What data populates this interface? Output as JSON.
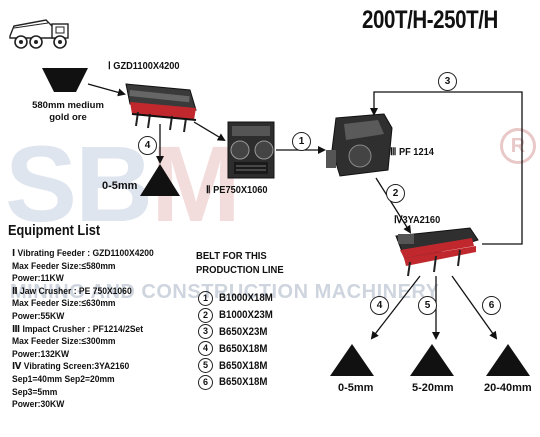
{
  "title": "200T/H-250T/H",
  "watermark": {
    "logo_left": "SB",
    "logo_mid": "M",
    "logo_right": "",
    "registered": "R",
    "tagline": "MINING AND CONSTRUCTION MACHINERY"
  },
  "feed": {
    "label_line1": "580mm medium",
    "label_line2": "gold ore"
  },
  "machines": {
    "feeder": "Ⅰ GZD1100X4200",
    "jaw": "Ⅱ PE750X1060",
    "impact": "Ⅲ PF 1214",
    "screen": "Ⅳ3YA2160"
  },
  "flow_numbers": [
    "1",
    "2",
    "3",
    "4",
    "4",
    "5",
    "6"
  ],
  "outputs": {
    "left": "0-5mm",
    "bottom": [
      "0-5mm",
      "5-20mm",
      "20-40mm"
    ]
  },
  "equipment": {
    "heading": "Equipment List",
    "lines": [
      "Ⅰ   Vibrating Feeder : GZD1100X4200",
      "       Max Feeder Size:≤580mm",
      "       Power:11KW",
      "Ⅱ  Jaw Crusher : PE 750X1060",
      "       Max Feeder Size:≤630mm",
      "       Power:55KW",
      "Ⅲ Impact Crusher : PF1214/2Set",
      "       Max Feeder Size:≤300mm",
      "       Power:132KW",
      "Ⅳ Vibrating Screen:3YA2160",
      "       Sep1=40mm     Sep2=20mm",
      "       Sep3=5mm",
      "       Power:30KW"
    ]
  },
  "belt": {
    "heading_line1": "BELT FOR THIS",
    "heading_line2": "PRODUCTION LINE",
    "items": [
      {
        "n": "1",
        "v": "B1000X18M"
      },
      {
        "n": "2",
        "v": "B1000X23M"
      },
      {
        "n": "3",
        "v": "B650X23M"
      },
      {
        "n": "4",
        "v": "B650X18M"
      },
      {
        "n": "5",
        "v": "B650X18M"
      },
      {
        "n": "6",
        "v": "B650X18M"
      }
    ]
  },
  "colors": {
    "accent_red": "#c0282d",
    "watermark_blue": "#dfe5ef"
  }
}
